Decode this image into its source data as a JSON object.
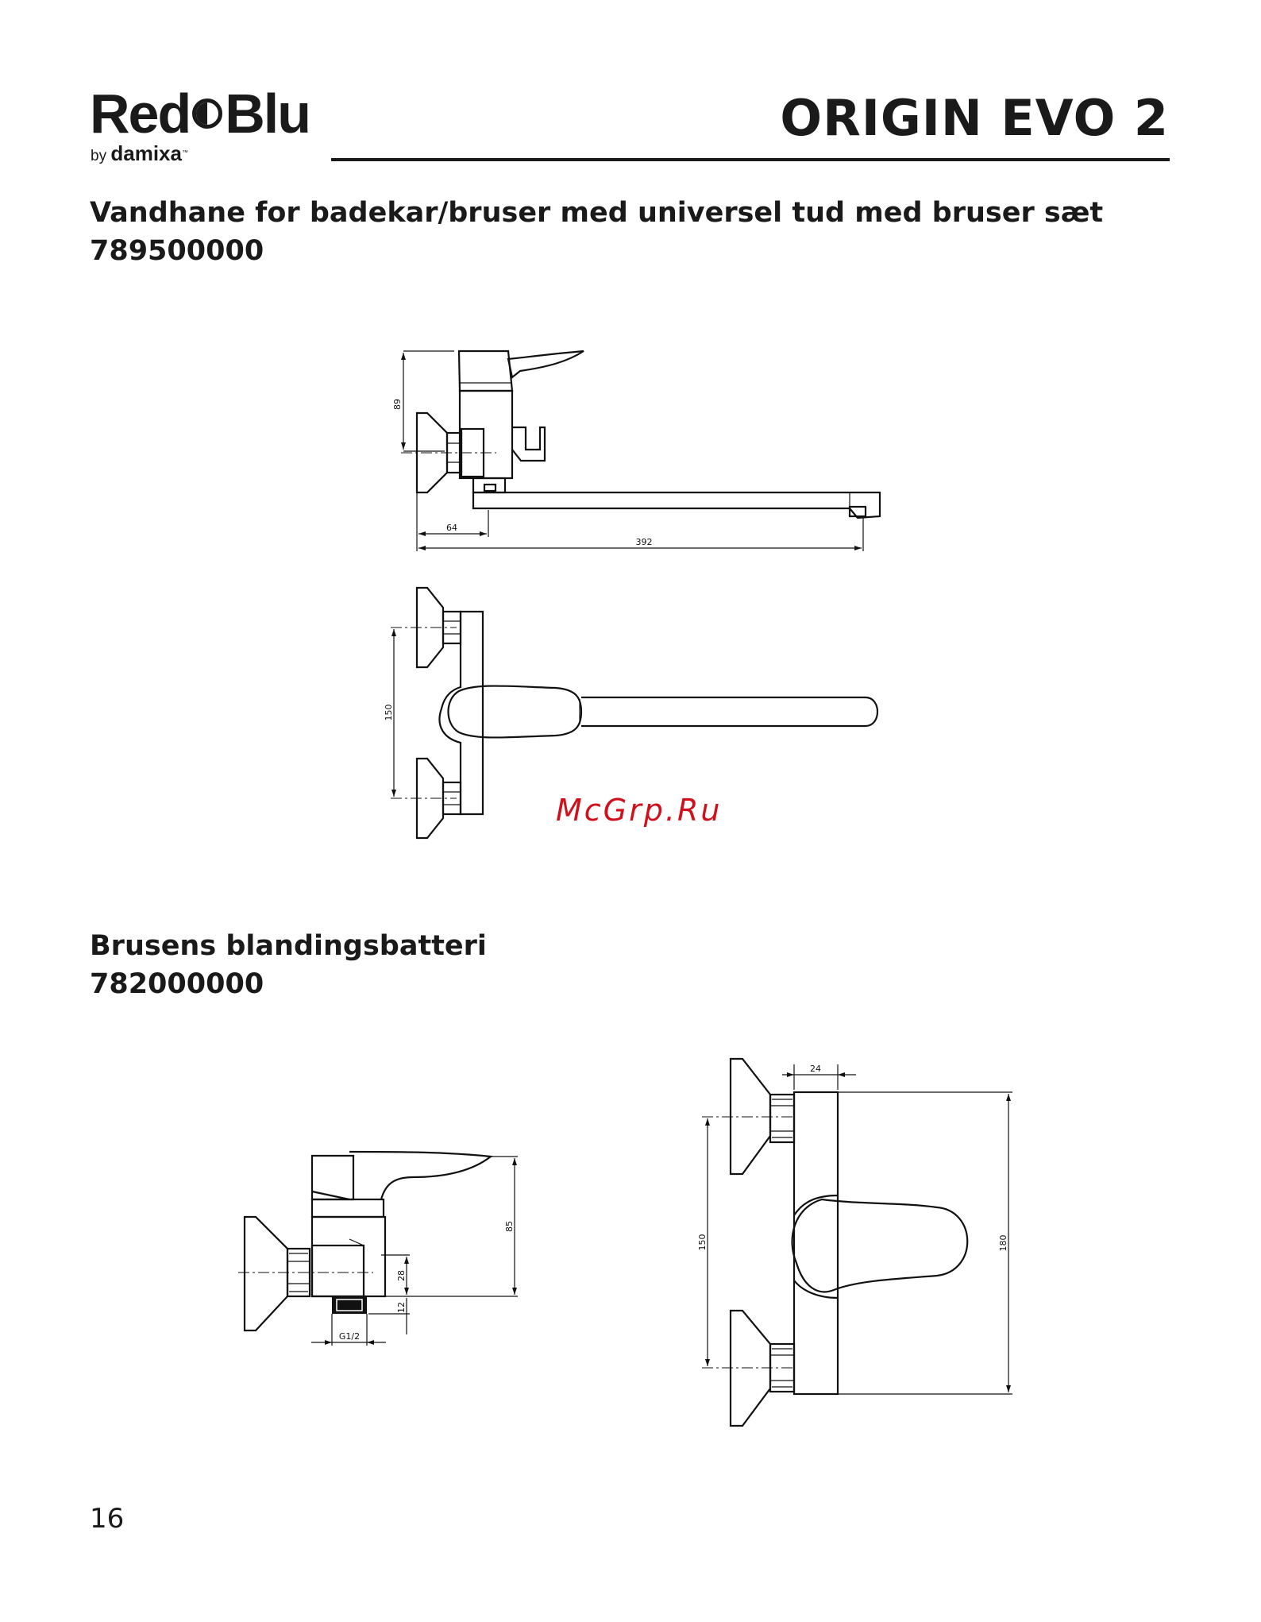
{
  "header": {
    "brand_part1": "Red",
    "brand_part2": "Blu",
    "brand_by": "by",
    "brand_sub": "damixa",
    "brand_tm": "™",
    "model": "ORIGIN EVO 2"
  },
  "product1": {
    "title": "Vandhane for badekar/bruser med universel tud med bruser sæt",
    "code": "789500000",
    "dims": {
      "height": "89",
      "offset": "64",
      "length": "392",
      "spacing": "150"
    }
  },
  "product2": {
    "title": "Brusens blandingsbatteri",
    "code": "782000000",
    "dims": {
      "height": "85",
      "outlet_gap": "28",
      "outlet_depth": "12",
      "thread": "G1/2",
      "depth": "24",
      "spacing": "150",
      "overall": "180"
    }
  },
  "watermark": "McGrp.Ru",
  "page_number": "16"
}
